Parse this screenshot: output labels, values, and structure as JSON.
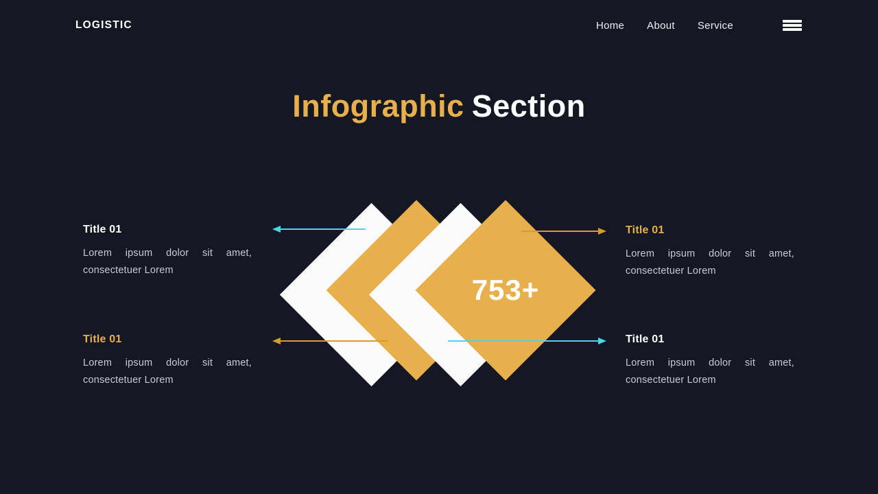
{
  "colors": {
    "bg": "#151823",
    "accent_yellow": "#E8B04C",
    "arrow_yellow": "#D49E2E",
    "accent_cyan": "#49D7E6",
    "text_body": "#C7CBD3",
    "white": "#FFFFFF",
    "diamond_white": "#FBFBFC"
  },
  "navbar": {
    "logo": "LOGISTIC",
    "items": [
      {
        "label": "Home"
      },
      {
        "label": "About"
      },
      {
        "label": "Service"
      }
    ],
    "hamburger_icon": "menu-icon"
  },
  "heading": {
    "accent": "Infographic",
    "rest": "Section"
  },
  "centerpiece": {
    "value": "753+",
    "shape": "overlapping-diamonds",
    "diamond_colors": [
      "white",
      "yellow",
      "white",
      "yellow"
    ]
  },
  "info_blocks": [
    {
      "position": "top-left",
      "title": "Title 01",
      "title_color": "white",
      "body": "Lorem ipsum dolor sit amet, consectetuer Lorem",
      "connector": {
        "color": "cyan",
        "direction": "left"
      }
    },
    {
      "position": "top-right",
      "title": "Title 01",
      "title_color": "yellow",
      "body": "Lorem ipsum dolor sit amet, consectetuer Lorem",
      "connector": {
        "color": "yellow",
        "direction": "right"
      }
    },
    {
      "position": "bottom-left",
      "title": "Title 01",
      "title_color": "yellow",
      "body": "Lorem ipsum dolor sit amet, consectetuer Lorem",
      "connector": {
        "color": "yellow",
        "direction": "left"
      }
    },
    {
      "position": "bottom-right",
      "title": "Title 01",
      "title_color": "white",
      "body": "Lorem ipsum dolor sit amet, consectetuer Lorem",
      "connector": {
        "color": "cyan",
        "direction": "right"
      }
    }
  ]
}
